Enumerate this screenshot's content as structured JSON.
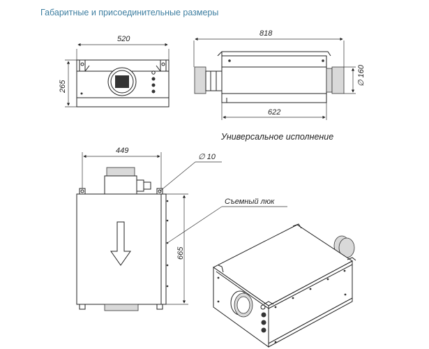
{
  "header": {
    "title": "Габаритные и присоединительные размеры"
  },
  "front_view": {
    "width_label": "520",
    "height_label": "265"
  },
  "side_view": {
    "length_label": "818",
    "body_label": "622",
    "duct_label": "∅ 160"
  },
  "side_view_caption": "Универсальное исполнение",
  "top_view": {
    "width_label": "449",
    "height_label": "665",
    "hole_label": "∅ 10"
  },
  "iso_view": {
    "hatch_label": "Съемный люк"
  },
  "colors": {
    "title": "#3f7fa1",
    "line": "#222222",
    "duct_fill": "#d9d9d9"
  }
}
